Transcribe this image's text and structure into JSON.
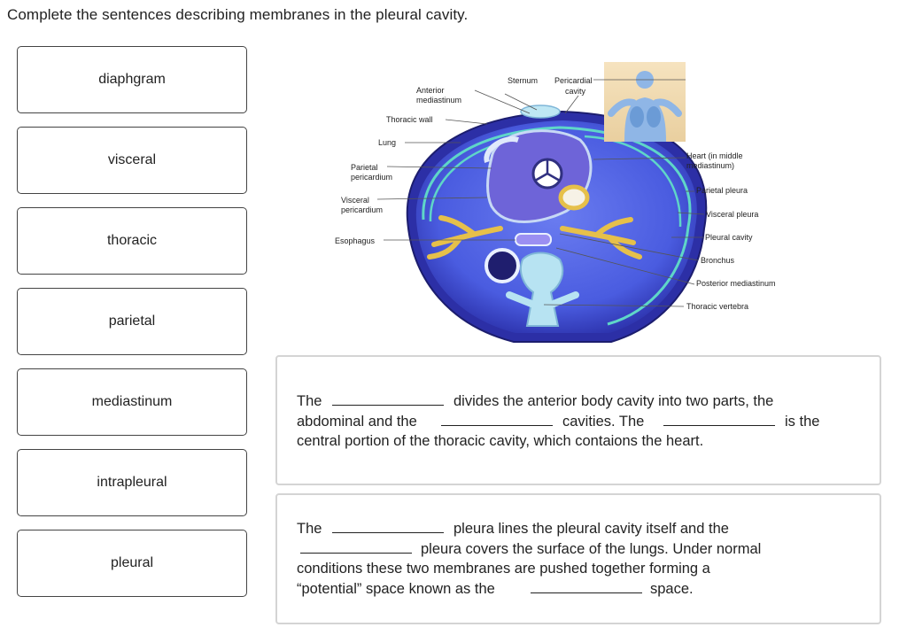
{
  "prompt": "Complete the sentences describing membranes in the pleural cavity.",
  "word_bank": [
    "diaphgram",
    "visceral",
    "thoracic",
    "parietal",
    "mediastinum",
    "intrapleural",
    "pleural"
  ],
  "figure_labels": {
    "anterior_mediastinum_1": "Anterior",
    "anterior_mediastinum_2": "mediastinum",
    "sternum": "Sternum",
    "pericardial_cavity_1": "Pericardial",
    "pericardial_cavity_2": "cavity",
    "thoracic_wall": "Thoracic wall",
    "lung": "Lung",
    "parietal_pericardium_1": "Parietal",
    "parietal_pericardium_2": "pericardium",
    "visceral_pericardium_1": "Visceral",
    "visceral_pericardium_2": "pericardium",
    "esophagus": "Esophagus",
    "heart_1": "Heart (in middle",
    "heart_2": "mediastinum)",
    "parietal_pleura": "Parietal pleura",
    "visceral_pleura": "Visceral pleura",
    "pleural_cavity": "Pleural cavity",
    "bronchus": "Bronchus",
    "posterior_mediastinum": "Posterior mediastinum",
    "thoracic_vertebra": "Thoracic vertebra"
  },
  "colors": {
    "tissue_blue": "#4a5ce0",
    "tissue_dark": "#2a2fa8",
    "pleura_cyan": "#5fd6c8",
    "bronchus_gold": "#e6c04a",
    "heart_purple": "#6e64d8"
  },
  "panel1": {
    "line1_a": "The",
    "line1_b": "divides the anterior body cavity into two parts, the",
    "line2_a": "abdominal and the",
    "line2_b": "cavities. The",
    "line2_c": "is the",
    "line3": "central portion of the thoracic cavity, which contaions the heart."
  },
  "panel2": {
    "line1_a": "The",
    "line1_b": "pleura lines the pleural cavity itself and the",
    "line2_b": "pleura covers the surface of the lungs. Under normal",
    "line3": "conditions these two membranes are pushed together forming a",
    "line4_a": "“potential” space known as the",
    "line4_b": "space."
  }
}
